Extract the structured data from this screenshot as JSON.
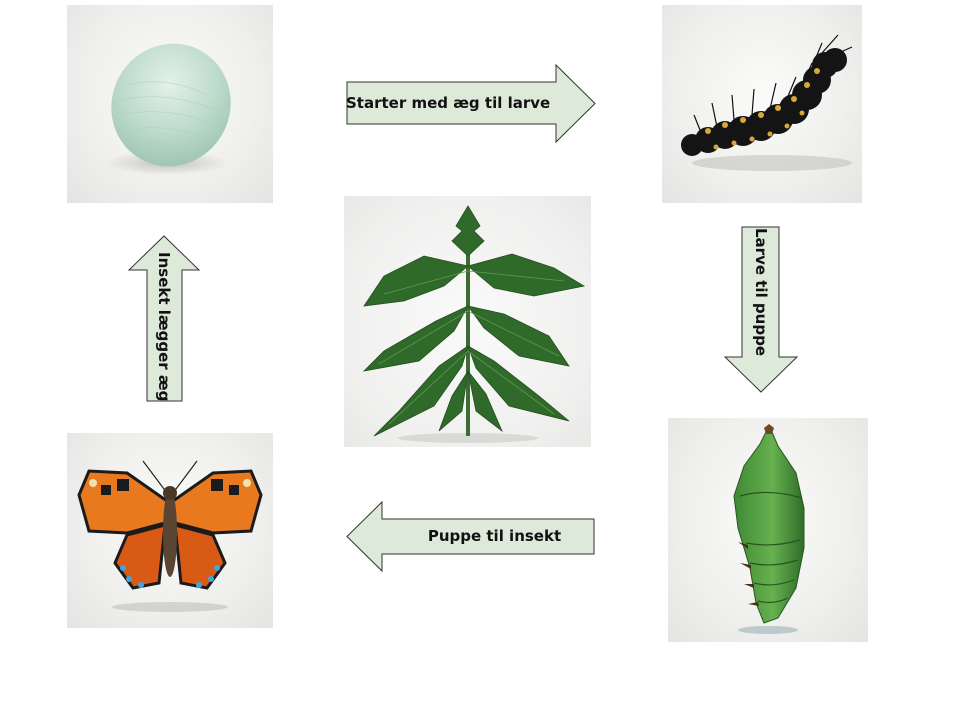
{
  "diagram": {
    "stages": [
      {
        "id": "egg",
        "icon": "egg-image"
      },
      {
        "id": "caterpillar",
        "icon": "caterpillar-image"
      },
      {
        "id": "pupa",
        "icon": "pupa-image"
      },
      {
        "id": "butterfly",
        "icon": "butterfly-image"
      },
      {
        "id": "nettle",
        "icon": "nettle-plant-image"
      }
    ],
    "arrows": {
      "egg_to_larva": "Starter med æg til larve",
      "larva_to_pupa": "Larve til puppe",
      "pupa_to_insect": "Puppe til insekt",
      "insect_lays_eggs": "Insekt lægger æg"
    },
    "colors": {
      "arrow_fill": "#dde9d9",
      "arrow_stroke": "#333333"
    }
  }
}
